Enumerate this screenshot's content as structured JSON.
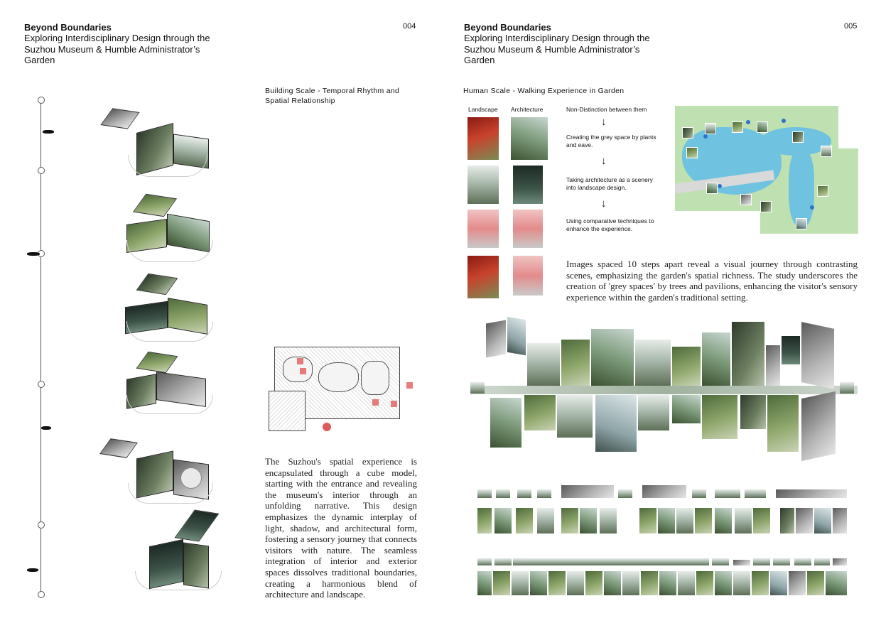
{
  "left_page": {
    "title": "Beyond Boundaries",
    "subtitle_line1": "Exploring Interdisciplinary Design through the",
    "subtitle_line2": "Suzhou Museum & Humble Administrator’s",
    "subtitle_line3": "Garden",
    "page_number": "004",
    "section_heading_line1": "Building Scale - Temporal Rhythm and",
    "section_heading_line2": "Spatial Relationship",
    "body_text": "The Suzhou's spatial experience is encapsulated through a cube model, starting with the entrance and revealing the museum's interior through an unfolding narrative. This design emphasizes the dynamic interplay of light, shadow, and architectural form, fostering a sensory journey that connects visitors with nature. The seamless integration of interior and exterior spaces dissolves traditional boundaries, creating a harmonious blend of architecture and landscape."
  },
  "right_page": {
    "title": "Beyond Boundaries",
    "subtitle_line1": "Exploring Interdisciplinary Design through the",
    "subtitle_line2": "Suzhou Museum & Humble Administrator’s",
    "subtitle_line3": "Garden",
    "page_number": "005",
    "section_heading": "Human Scale - Walking Experience in Garden",
    "col_landscape": "Landscape",
    "col_architecture": "Architecture",
    "steps": [
      "Non-Distinction between them",
      "Creating the grey space by plants and eave.",
      "Taking architecture as a scenery into landscape design.",
      "Using comparative techniques to enhance the experience."
    ],
    "arrow_glyph": "↓",
    "body_text": "Images spaced 10 steps apart reveal a visual journey through contrasting scenes, emphasizing the garden's spatial richness. The study underscores the creation of 'grey spaces' by trees and pavilions, enhancing the visitor's sensory experience within the garden's traditional setting."
  },
  "colors": {
    "water": "#6fc3e0",
    "lawn": "#bfe0b0",
    "marker_red": "#e05b5b",
    "pin_blue": "#2f73c9"
  }
}
